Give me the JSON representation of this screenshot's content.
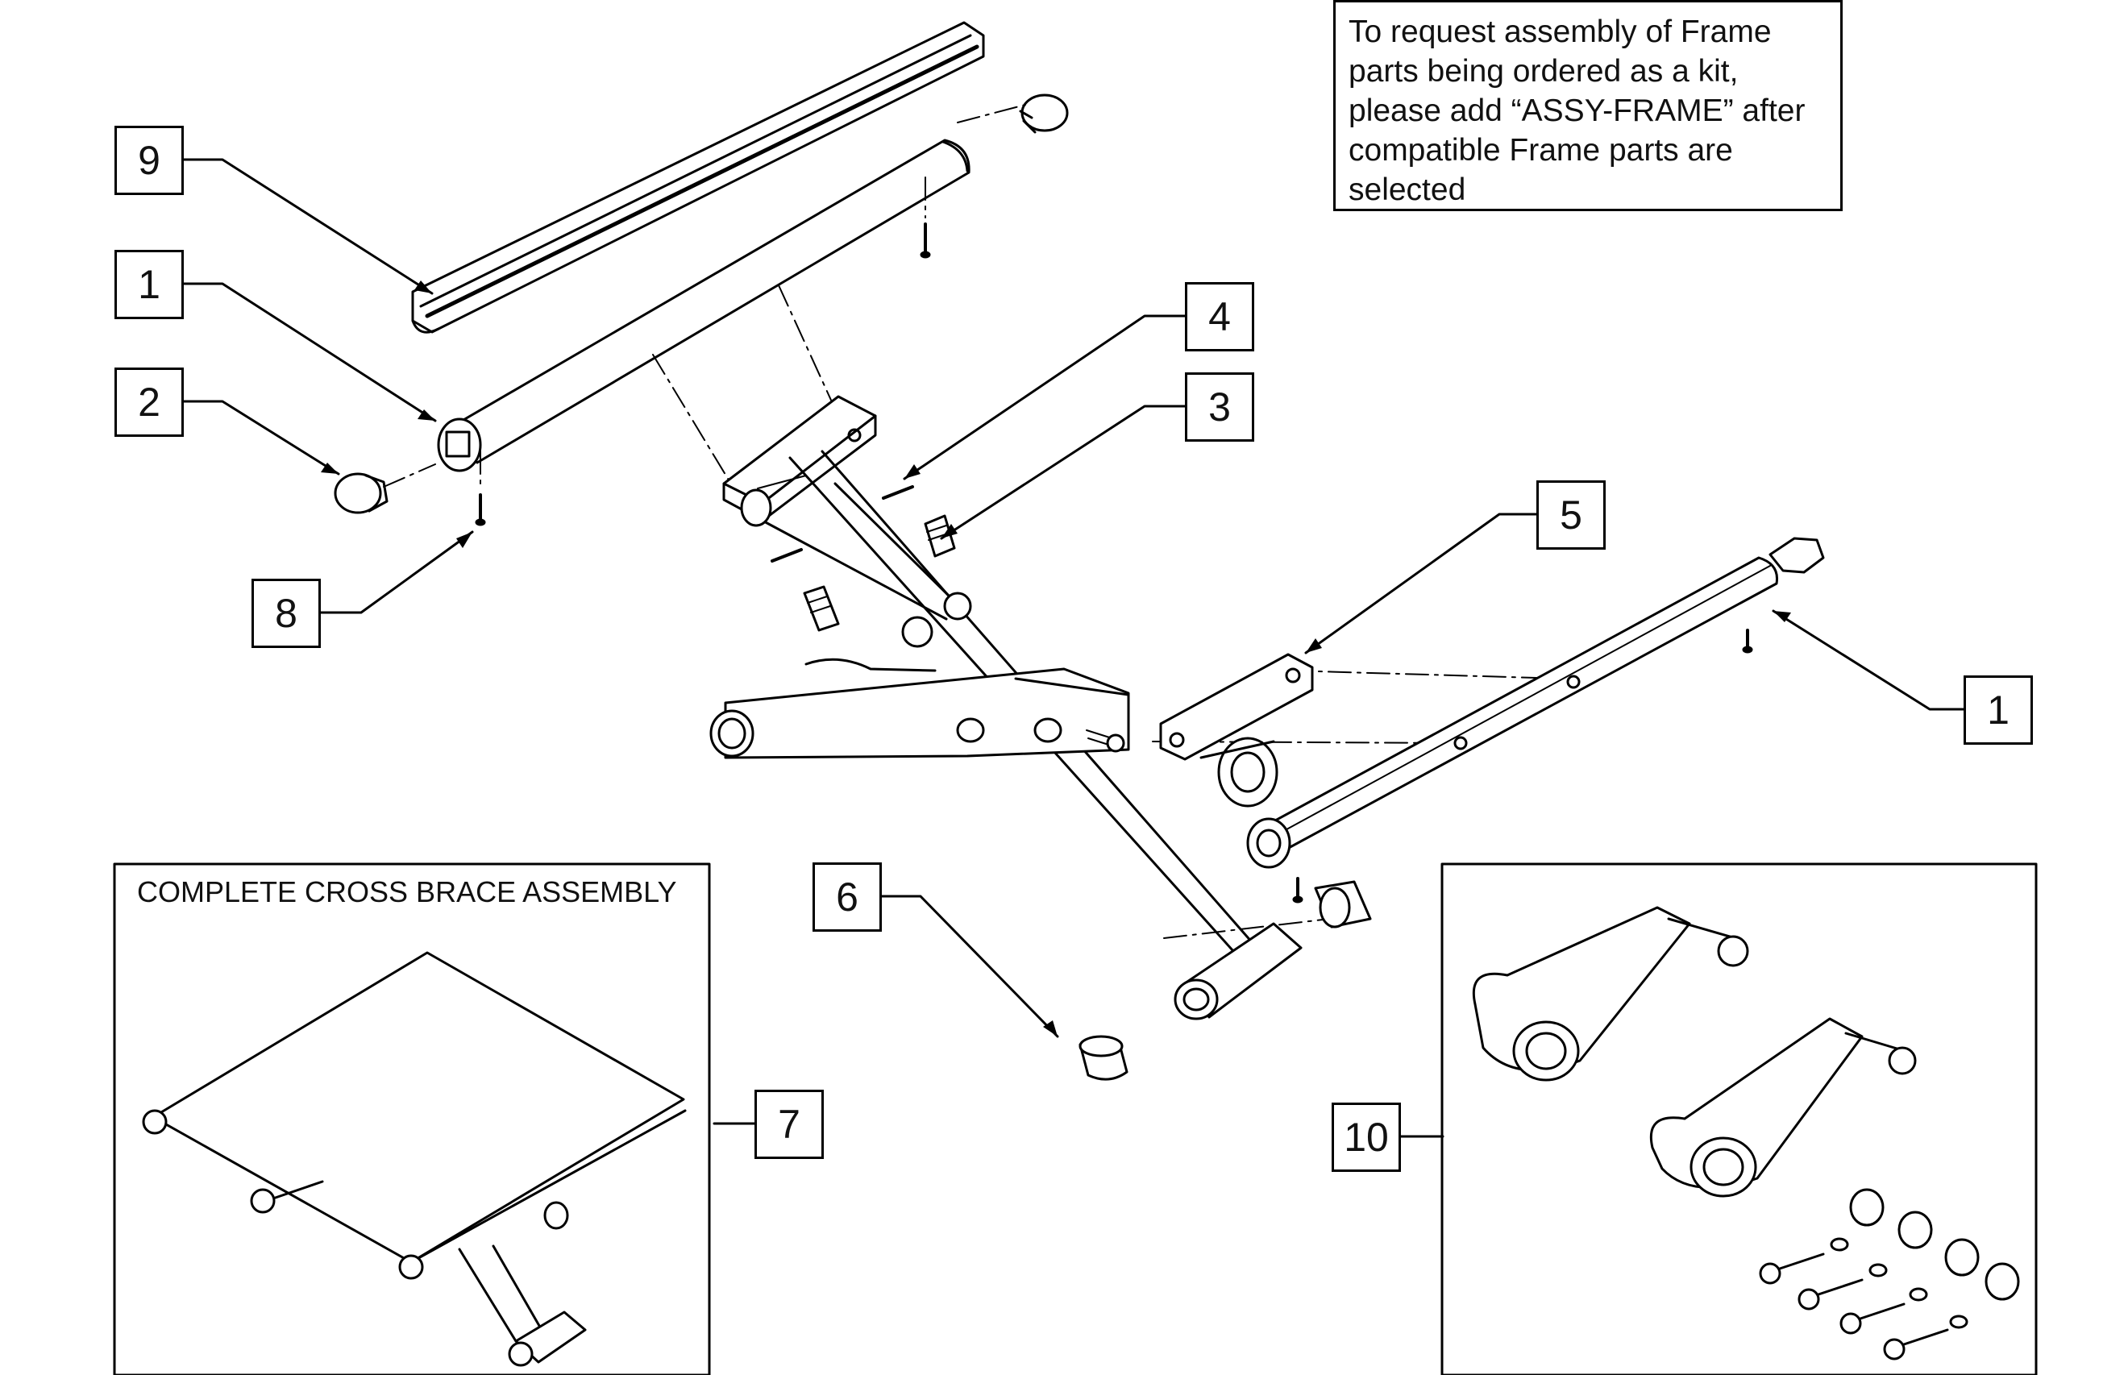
{
  "note": {
    "lines": [
      "To request assembly of Frame",
      "parts being ordered as a kit,",
      "please add “ASSY-FRAME” after",
      "compatible Frame parts are",
      "selected"
    ]
  },
  "callouts": {
    "c9": "9",
    "c1_left": "1",
    "c2": "2",
    "c8": "8",
    "c4": "4",
    "c3": "3",
    "c5": "5",
    "c1_right": "1",
    "c6": "6",
    "c7": "7",
    "c10": "10"
  },
  "panels": {
    "cross_brace_title": "COMPLETE CROSS BRACE ASSEMBLY"
  }
}
